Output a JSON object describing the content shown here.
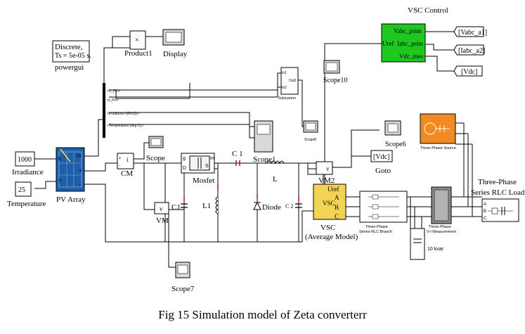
{
  "caption": "Fig 15 Simulation model of Zeta converterr",
  "powergui": {
    "line1": "Discrete,",
    "line2": "Ts = 5e-05 s.",
    "name": "powergui"
  },
  "irradiance": {
    "value": "1000",
    "name": "Irradiance"
  },
  "temperature": {
    "value": "25",
    "name": "Temperature"
  },
  "pv_array": {
    "name": "PV Array",
    "port_m": "m",
    "port_plus": "+",
    "port_minus": "-",
    "port_ir": "Ir",
    "port_t": "T"
  },
  "product": {
    "name": "Product1",
    "symbol": "×"
  },
  "display": {
    "name": "Display"
  },
  "bus": {
    "sig1": "<V_PV>",
    "sig2": "<I_PV>",
    "sig3": "<Irradiance (W/m2)>",
    "sig4": "<Temperature (deg C)>"
  },
  "subsystem": {
    "name": "Subsystem",
    "in1": "In1",
    "in2": "In2",
    "out": "Out1"
  },
  "scopes": {
    "scope10": "Scope10",
    "scope8": "Scope8",
    "scope1": "Scope1",
    "scope": "Scope",
    "scope6": "Scope6",
    "scope7": "Scope7"
  },
  "vsc_control": {
    "title": "VSC Control",
    "in1": "Vabc_prim",
    "in2": "Iabc_prim",
    "in3": "Vdc_mes",
    "out": "Uref"
  },
  "goto_tags": {
    "vabc": "[Vabc_a1]",
    "iabc": "[Iabc_a2]",
    "vdc": "[Vdc]"
  },
  "goto_block": {
    "tag": "[Vdc]",
    "name": "Goto"
  },
  "cm": {
    "name": "CM",
    "symbol": "i",
    "plus": "+",
    "minus": "-"
  },
  "mosfet": {
    "name": "Mosfet",
    "g": "g",
    "d": "D",
    "s": "S",
    "m": "m"
  },
  "c1_top": {
    "name": "C 1"
  },
  "l_top": {
    "name": "L"
  },
  "l1": {
    "name": "L1"
  },
  "c1_left": {
    "name": "C1"
  },
  "vm": {
    "name": "VM",
    "symbol": "v"
  },
  "diode": {
    "name": "Diode"
  },
  "c2": {
    "name": "C 2"
  },
  "vm2": {
    "name": "VM2",
    "symbol": "v"
  },
  "vsc": {
    "name_line1": "VSC",
    "name_line2": "(Average Model)",
    "inner": "VSC",
    "uref": "Uref",
    "a": "A",
    "b": "B",
    "c": "C"
  },
  "rlc_branch": {
    "line1": "Three-Phase",
    "line2": "Series RLC Branch"
  },
  "vi_meas": {
    "line1": "Three-Phase",
    "line2": "V-I Measurement"
  },
  "source3ph": {
    "name": "Three-Phase Source"
  },
  "rlc_load": {
    "line1": "Three-Phase",
    "line2": "Series RLC Load"
  },
  "capbank": {
    "name": "10 kvar"
  }
}
